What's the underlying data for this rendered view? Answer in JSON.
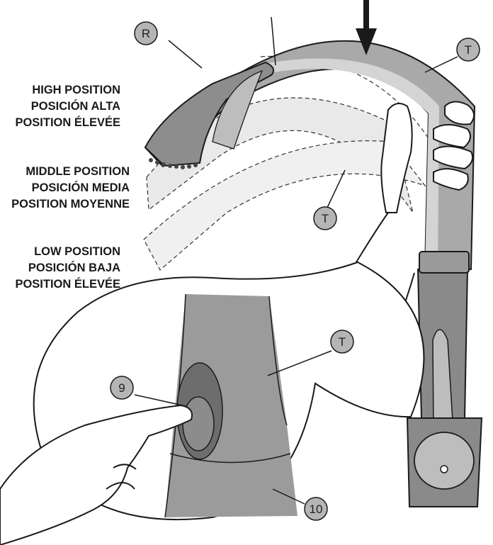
{
  "positions": {
    "high": [
      "HIGH POSITION",
      "POSICIÓN ALTA",
      "POSITION ÉLEVÉE"
    ],
    "middle": [
      "MIDDLE POSITION",
      "POSICIÓN MEDIA",
      "POSITION MOYENNE"
    ],
    "low": [
      "LOW POSITION",
      "POSICIÓN BAJA",
      "POSITION ÉLEVÉE"
    ]
  },
  "callouts": {
    "r": "R",
    "t_upper": "T",
    "t_middle": "T",
    "t_detail": "T",
    "nine": "9",
    "ten": "10"
  },
  "colors": {
    "faucet_dark": "#8a8a8a",
    "faucet_mid": "#a9a9a9",
    "ghost_light": "#e4e4e4",
    "callout_fill": "#b5b5b5",
    "stroke": "#1a1a1a"
  }
}
